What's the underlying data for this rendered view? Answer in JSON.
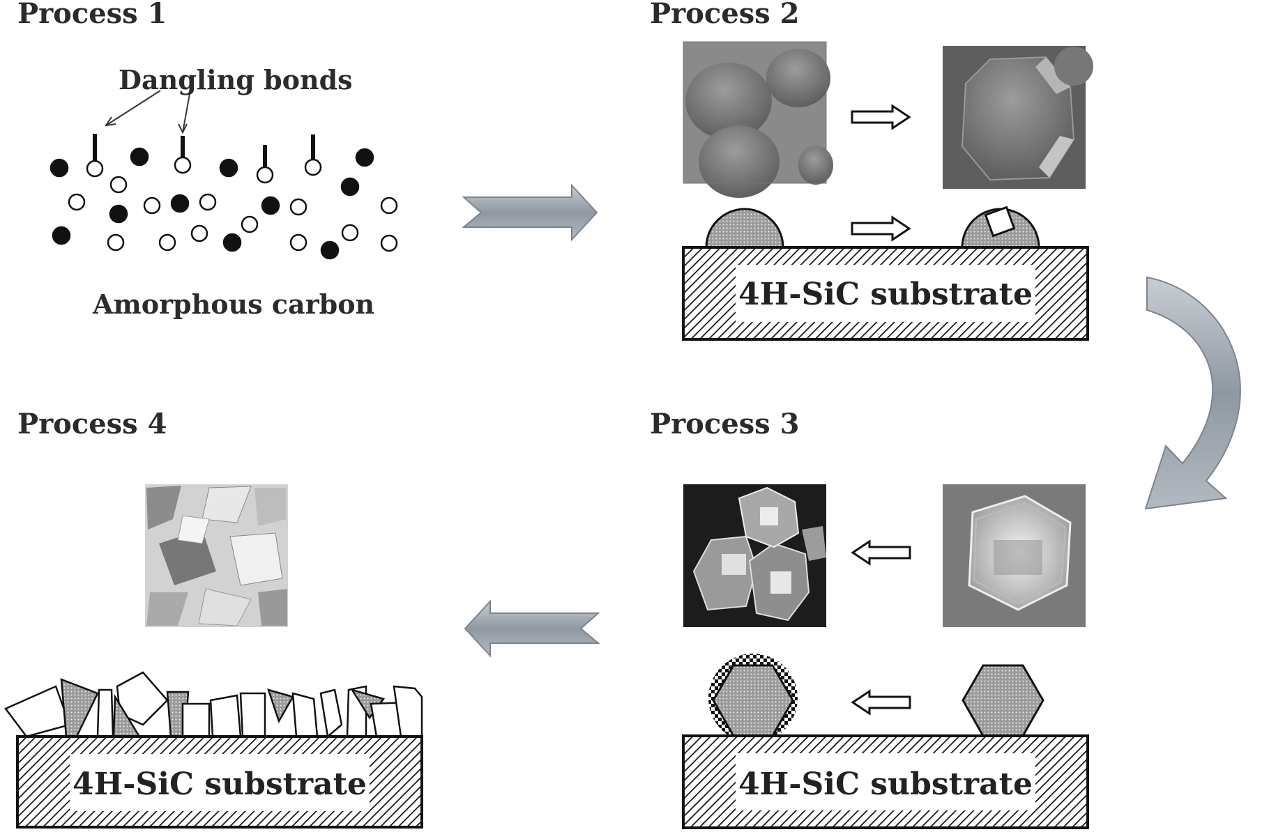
{
  "processes": {
    "p1": {
      "title": "Process 1",
      "dangling_label": "Dangling bonds",
      "material_label": "Amorphous carbon"
    },
    "p2": {
      "title": "Process 2",
      "substrate_label": "4H-SiC substrate"
    },
    "p3": {
      "title": "Process 3",
      "substrate_label": "4H-SiC substrate"
    },
    "p4": {
      "title": "Process 4",
      "substrate_label": "4H-SiC substrate"
    }
  },
  "colors": {
    "ink": "#111111",
    "flow_arrow_fill": "#9aa3ad",
    "flow_arrow_stroke": "#6f7680",
    "micrograph_dark": "#4a4a4a",
    "micrograph_light": "#cfcfcf"
  },
  "icons": {
    "flow_arrows": [
      "right-arrow-icon",
      "curved-down-arrow-icon",
      "left-arrow-icon"
    ],
    "step_arrows": [
      "hollow-right-arrow-icon",
      "hollow-left-arrow-icon"
    ]
  }
}
